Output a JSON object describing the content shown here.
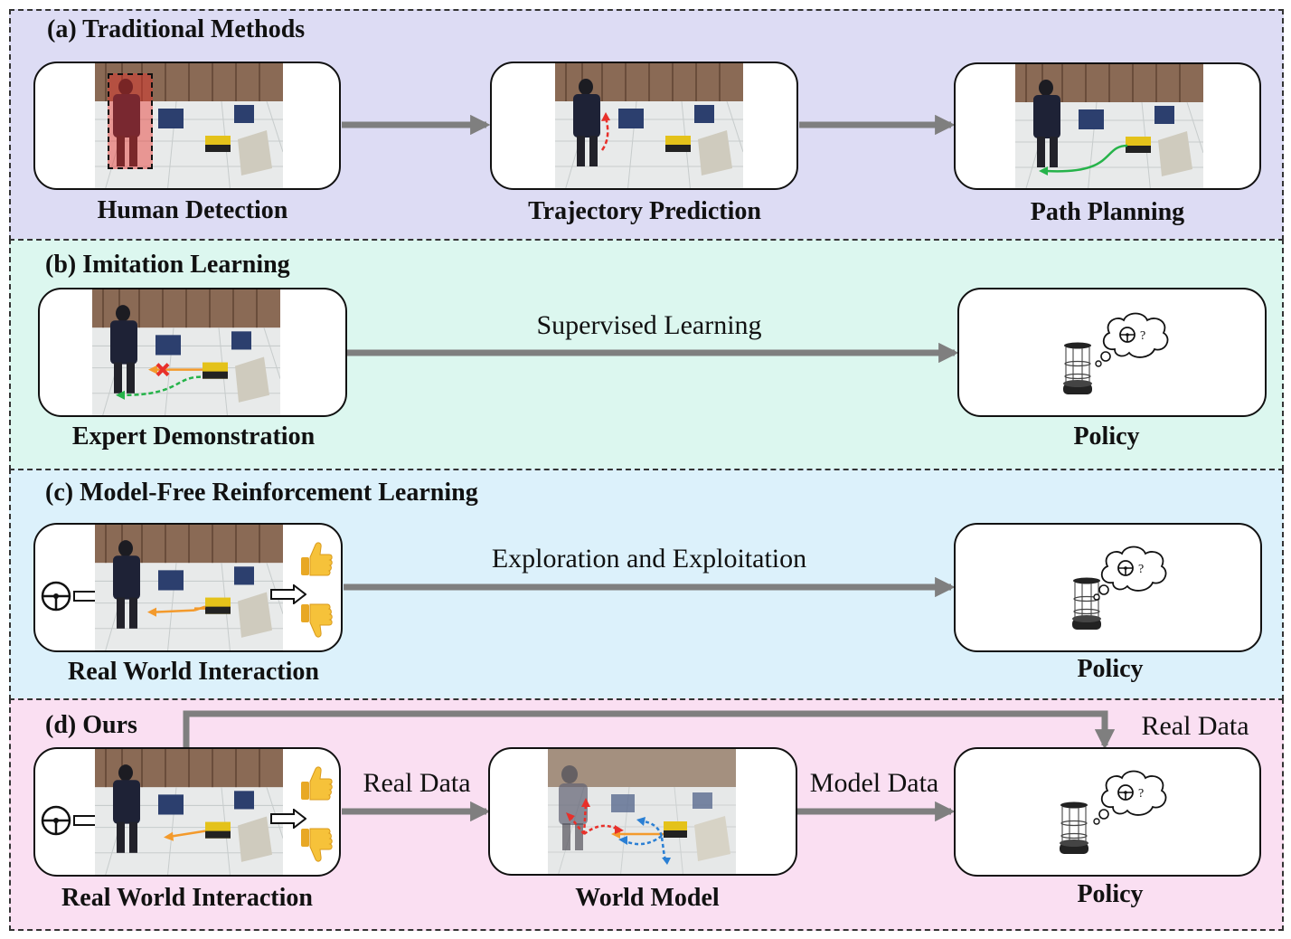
{
  "panels": [
    {
      "title": "(a) Traditional Methods",
      "color": "#dddcf4"
    },
    {
      "title": "(b) Imitation Learning",
      "color": "#dcf7ef"
    },
    {
      "title": "(c) Model-Free Reinforcement Learning",
      "color": "#dcf1fb"
    },
    {
      "title": "(d) Ours",
      "color": "#fadff2"
    }
  ],
  "nodes": {
    "a1": "Human Detection",
    "a2": "Trajectory Prediction",
    "a3": "Path Planning",
    "b1": "Expert Demonstration",
    "b2": "Policy",
    "c1": "Real World Interaction",
    "c2": "Policy",
    "d1": "Real World Interaction",
    "d2": "World Model",
    "d3": "Policy"
  },
  "edges": {
    "b": "Supervised Learning",
    "c": "Exploration and Exploitation",
    "d1": "Real Data",
    "d2": "Model Data",
    "d_top": "Real Data"
  },
  "thought_glyph": "?",
  "icons": [
    "steering-wheel-icon",
    "hollow-arrow-icon",
    "thumbs-up-icon",
    "thumbs-down-icon",
    "robot-icon",
    "thought-bubble-icon",
    "bounding-box-icon"
  ],
  "colors": {
    "arrow": "#7f7f7f",
    "border": "#333333",
    "red": "#e8302a",
    "green": "#26b34a",
    "orange": "#f39a2c",
    "blue": "#2a7fd4"
  }
}
